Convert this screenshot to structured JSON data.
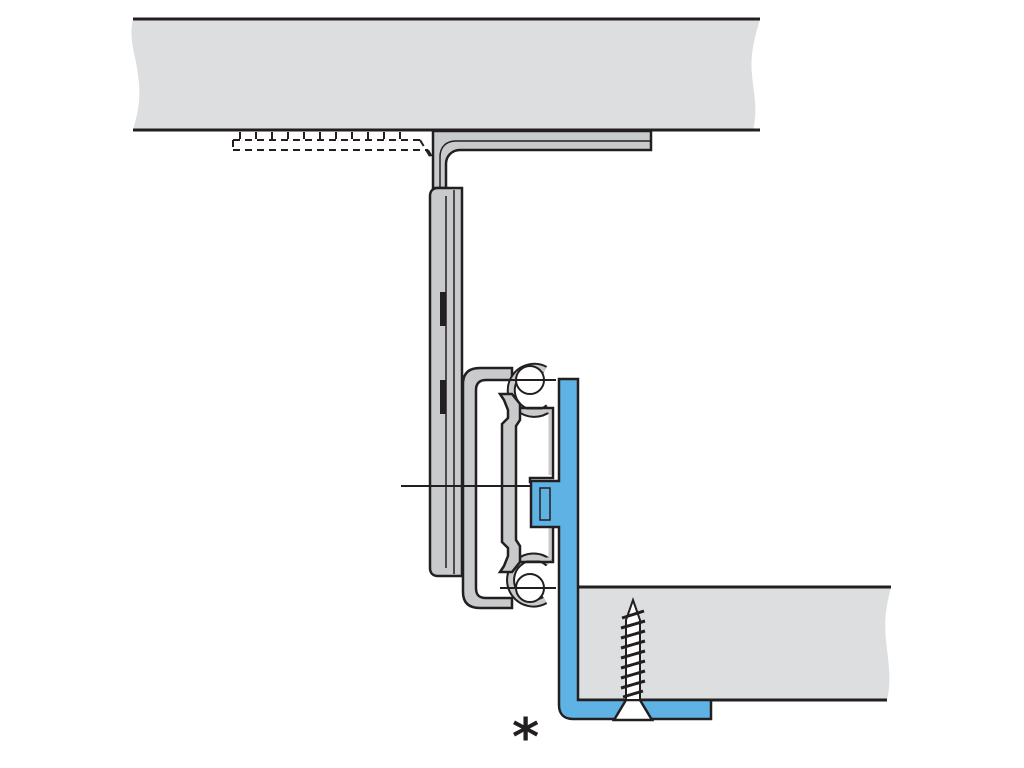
{
  "diagram": {
    "annotation": "*",
    "colors": {
      "outline": "#231f20",
      "panel": "#dddedf",
      "metal": "#c8cacc",
      "bracket": "#5eb3e4",
      "background": "#ffffff"
    },
    "components": [
      "cabinet-top-panel",
      "mounting-bracket",
      "cabinet-rail",
      "intermediate-rail",
      "drawer-rail",
      "drawer-bracket",
      "drawer-bottom-panel",
      "wood-screw"
    ]
  }
}
